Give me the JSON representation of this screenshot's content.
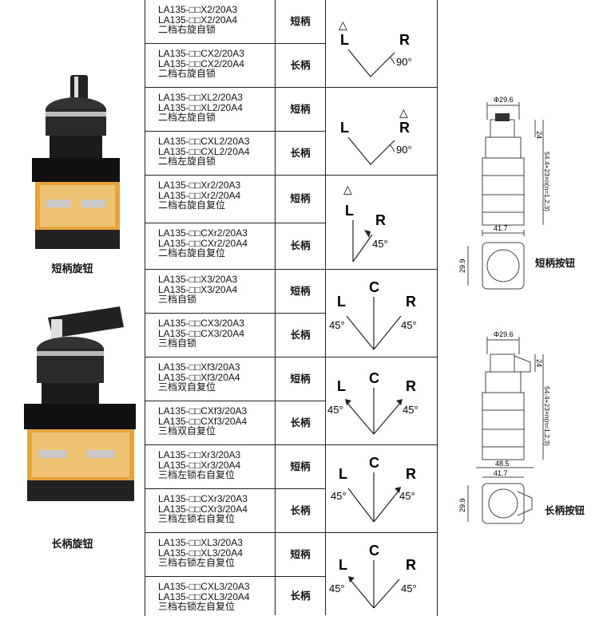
{
  "captions": {
    "short_knob": "短柄旋钮",
    "long_knob": "长柄旋钮",
    "short_button": "短柄按钮",
    "long_button": "长柄按钮"
  },
  "rows": [
    {
      "line1": "LA135-□□X2/20A3",
      "line2": "LA135-□□X2/20A4",
      "line3": "二档右旋自锁",
      "handle": "短柄"
    },
    {
      "line1": "LA135-□□CX2/20A3",
      "line2": "LA135-□□CX2/20A4",
      "line3": "二档右旋自锁",
      "handle": "长柄"
    },
    {
      "line1": "LA135-□□XL2/20A3",
      "line2": "LA135-□□XL2/20A4",
      "line3": "二档左旋自锁",
      "handle": "短柄"
    },
    {
      "line1": "LA135-□□CXL2/20A3",
      "line2": "LA135-□□CXL2/20A4",
      "line3": "二档左旋自锁",
      "handle": "长柄"
    },
    {
      "line1": "LA135-□□Xr2/20A3",
      "line2": "LA135-□□Xr2/20A4",
      "line3": "二档右旋自复位",
      "handle": "短柄"
    },
    {
      "line1": "LA135-□□CXr2/20A3",
      "line2": "LA135-□□CXr2/20A4",
      "line3": "二档右旋自复位",
      "handle": "长柄"
    },
    {
      "line1": "LA135-□□X3/20A3",
      "line2": "LA135-□□X3/20A4",
      "line3": "三档自锁",
      "handle": "短柄"
    },
    {
      "line1": "LA135-□□CX3/20A3",
      "line2": "LA135-□□CX3/20A4",
      "line3": "三档自锁",
      "handle": "长柄"
    },
    {
      "line1": "LA135-□□Xf3/20A3",
      "line2": "LA135-□□Xf3/20A4",
      "line3": "三档双自复位",
      "handle": "短柄"
    },
    {
      "line1": "LA135-□□CXf3/20A3",
      "line2": "LA135-□□CXf3/20A4",
      "line3": "三档双自复位",
      "handle": "长柄"
    },
    {
      "line1": "LA135-□□Xr3/20A3",
      "line2": "LA135-□□Xr3/20A4",
      "line3": "三档左锁右自复位",
      "handle": "短柄"
    },
    {
      "line1": "LA135-□□CXr3/20A3",
      "line2": "LA135-□□CXr3/20A4",
      "line3": "三档左锁右自复位",
      "handle": "长柄"
    },
    {
      "line1": "LA135-□□XL3/20A3",
      "line2": "LA135-□□XL3/20A4",
      "line3": "三档右锁左自复位",
      "handle": "短柄"
    },
    {
      "line1": "LA135-□□CXL3/20A3",
      "line2": "LA135-□□CXL3/20A4",
      "line3": "三档右锁左自复位",
      "handle": "长柄"
    }
  ],
  "diagrams": [
    {
      "L": "L",
      "R": "R",
      "angle": "90°",
      "mark": "△"
    },
    {
      "L": "L",
      "R": "R",
      "angle": "90°",
      "mark": "△"
    },
    {
      "L": "L",
      "R": "R",
      "angle": "45°",
      "mark": "△"
    },
    {
      "L": "L",
      "C": "C",
      "R": "R",
      "left_angle": "45°",
      "right_angle": "45°"
    },
    {
      "L": "L",
      "C": "C",
      "R": "R",
      "left_angle": "45°",
      "right_angle": "45°"
    },
    {
      "L": "L",
      "C": "C",
      "R": "R",
      "left_angle": "45°",
      "right_angle": "45°"
    },
    {
      "L": "L",
      "C": "C",
      "R": "R",
      "left_angle": "45°",
      "right_angle": "45°"
    }
  ],
  "dims_short": {
    "dia": "Φ29.6",
    "h24": "24",
    "body": "54.4+23×n(n=1,2,3)",
    "w": "41.7",
    "side": "29.9"
  },
  "dims_long": {
    "dia": "Φ29.6",
    "h24": "24",
    "body": "54.4+23×n(n=1,2,3)",
    "w_outer": "48.5",
    "w": "41.7",
    "side": "29.9"
  }
}
